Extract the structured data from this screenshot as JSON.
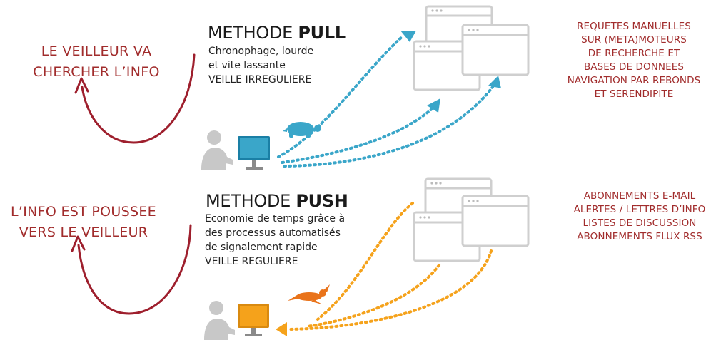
{
  "pull": {
    "left_label": [
      "LE VEILLEUR VA",
      "CHERCHER L’INFO"
    ],
    "title_regular": "METHODE ",
    "title_bold": "PULL",
    "desc": [
      "Chronophage, lourde",
      "et vite lassante",
      "VEILLE IRREGULIERE"
    ],
    "right_label": [
      "REQUETES MANUELLES",
      "SUR (META)MOTEURS",
      "DE RECHERCHE ET",
      "BASES DE DONNEES",
      "NAVIGATION PAR REBONDS",
      "ET SERENDIPITE"
    ],
    "animal": "turtle-icon",
    "screen_color": "#3aa6c9"
  },
  "push": {
    "left_label": [
      "L’INFO EST POUSSEE",
      "VERS LE VEILLEUR"
    ],
    "title_regular": "METHODE ",
    "title_bold": "PUSH",
    "desc": [
      "Economie de temps grâce à",
      "des processus automatisés",
      "de signalement rapide",
      "VEILLE REGULIERE"
    ],
    "right_label": [
      "ABONNEMENTS E-MAIL",
      "ALERTES / LETTRES D’INFO",
      "LISTES DE DISCUSSION",
      "ABONNEMENTS FLUX RSS"
    ],
    "animal": "rabbit-icon",
    "screen_color": "#f5a21b"
  },
  "colors": {
    "label_red": "#a12c2c",
    "arrow_red": "#9e1f2d",
    "pull_blue": "#3aa6c9",
    "push_orange": "#f5a21b",
    "window_gray": "#cfcfcf"
  }
}
